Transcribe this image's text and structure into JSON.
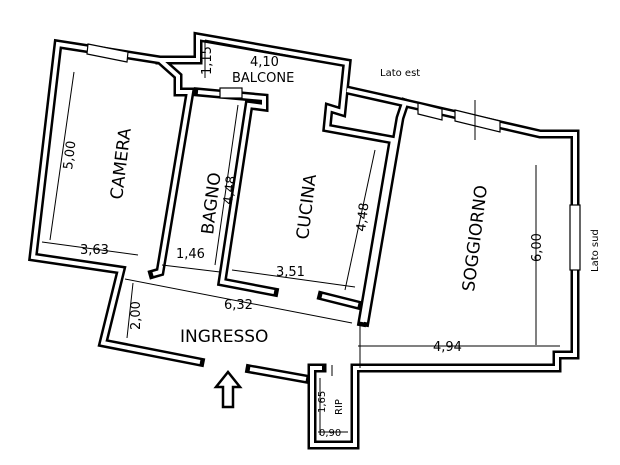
{
  "rooms": {
    "camera": "CAMERA",
    "bagno": "BAGNO",
    "cucina": "CUCINA",
    "soggiorno": "SOGGIORNO",
    "balcone": "BALCONE",
    "ingresso": "INGRESSO",
    "ripostiglio": "RIP"
  },
  "orientation": {
    "east": "Lato est",
    "south": "Lato sud"
  },
  "dimensions": {
    "camera_length": "5,00",
    "camera_width": "3,63",
    "bagno_length": "4,48",
    "bagno_width": "1,46",
    "cucina_length": "4,48",
    "cucina_width": "3,51",
    "balcone_length": "4,10",
    "balcone_depth": "1,15",
    "soggiorno_length": "6,00",
    "soggiorno_width": "4,94",
    "ingresso_length": "6,32",
    "ingresso_depth": "2,00",
    "rip_length": "1,65",
    "rip_width": "0,90"
  }
}
